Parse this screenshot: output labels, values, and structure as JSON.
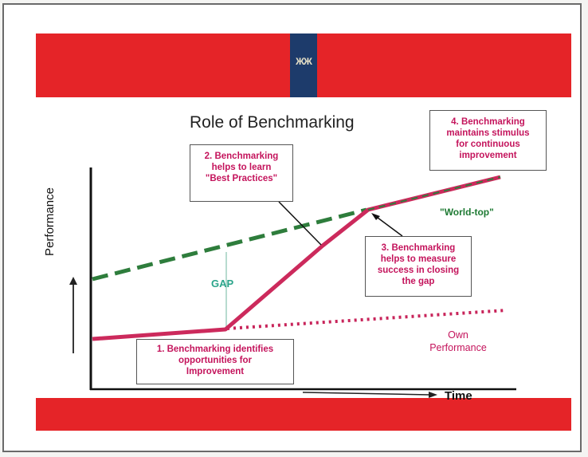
{
  "slide": {
    "title": "Role of Benchmarking",
    "logo_label": "ЖЖ",
    "colors": {
      "band": "#e52428",
      "logo_bg": "#1d3b6b",
      "world_line": "#2e7d3c",
      "own_line": "#c8245a"
    }
  },
  "axes": {
    "y_label": "Performance",
    "x_label": "Time"
  },
  "labels": {
    "gap": "GAP",
    "world_top": "\"World-top\"",
    "own_performance_line1": "Own",
    "own_performance_line2": "Performance"
  },
  "callouts": {
    "step1": {
      "lines": [
        "1. Benchmarking identifies",
        "opportunities for",
        "Improvement"
      ]
    },
    "step2": {
      "lines": [
        "2. Benchmarking",
        "helps to learn",
        "\"Best Practices\""
      ]
    },
    "step3": {
      "lines": [
        "3. Benchmarking",
        "helps to measure",
        "success in closing",
        "the gap"
      ]
    },
    "step4": {
      "lines": [
        "4. Benchmarking",
        "maintains stimulus",
        "for continuous",
        "improvement"
      ]
    }
  }
}
